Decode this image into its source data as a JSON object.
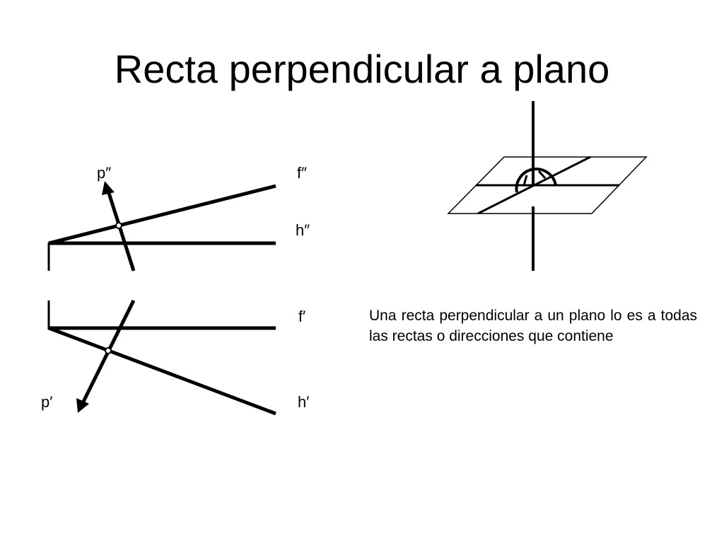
{
  "title": "Recta perpendicular a plano",
  "labels": {
    "p_vertical": "p″",
    "f_vertical": "f″",
    "h_vertical": "h″",
    "f_horizontal": "f′",
    "p_horizontal": "p′",
    "h_horizontal": "h′"
  },
  "caption": "Una recta perpendicular a un plano lo es a todas las rectas o direcciones que contiene",
  "colors": {
    "ink": "#000000",
    "background": "#ffffff"
  }
}
